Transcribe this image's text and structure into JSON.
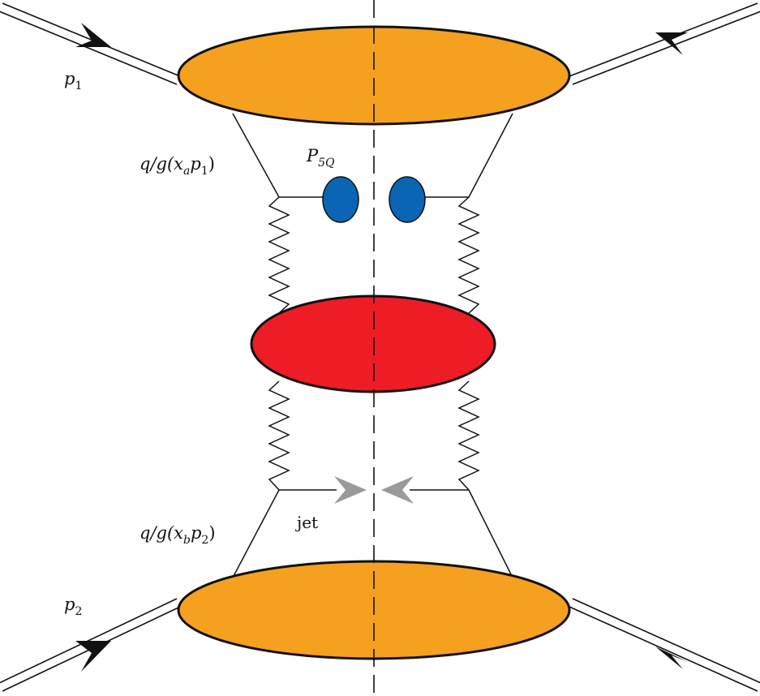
{
  "labels": {
    "p1": {
      "base": "p",
      "sub": "1"
    },
    "p2": {
      "base": "p",
      "sub": "2"
    },
    "q_a": {
      "pre": "q/g(x",
      "sub": "a",
      "mid": "p",
      "sub2": "1",
      "post": ")"
    },
    "q_b": {
      "pre": "q/g(x",
      "sub": "b",
      "mid": "p",
      "sub2": "2",
      "post": ")"
    },
    "p5q": {
      "base": "P",
      "sub": "5Q"
    },
    "jet": "jet"
  },
  "colors": {
    "hadron_blob": "#F5A01E",
    "hard_blob": "#EE1C25",
    "pentaquark_blob": "#0A66B5",
    "jet_arrow": "#9A9A9A",
    "line": "#111111"
  },
  "icons": {
    "incoming_proton": "double-line-arrow-icon",
    "pentaquark": "blue-ellipse-icon",
    "jet": "gray-arrowhead-icon"
  }
}
